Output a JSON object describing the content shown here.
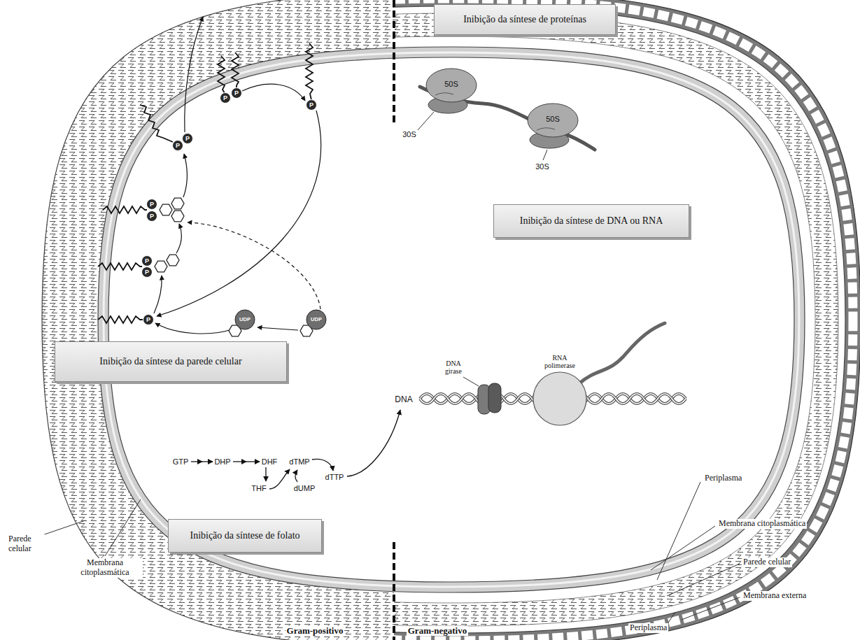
{
  "diagram": {
    "nodes": [
      {
        "text": [
          "Inibição da síntese de proteínas"
        ]
      },
      {
        "text": [
          "Inibição da síntese de DNA ou RNA"
        ]
      },
      {
        "text": [
          "Inibição da síntese da parede celular"
        ]
      },
      {
        "text": [
          "Inibição da síntese de folato"
        ]
      }
    ],
    "labels": [
      "Parede celular",
      "Membrana citoplasmática",
      "Gram-positivo",
      "Gram-negativo",
      "Periplasma",
      "Membrana citoplasmática",
      "Parede celular",
      "Membrana externa",
      "Periplasma",
      "50S",
      "30S",
      "50S",
      "30S",
      "DNA girase",
      "RNA polimerase",
      "DNA",
      "GTP",
      "DHP",
      "DHF",
      "THF",
      "dTMP",
      "dUMP",
      "dTTP",
      "UDP",
      "UDP",
      "P",
      "P",
      "P",
      "P",
      "P",
      "P",
      "P",
      "P",
      "P",
      "P"
    ]
  }
}
